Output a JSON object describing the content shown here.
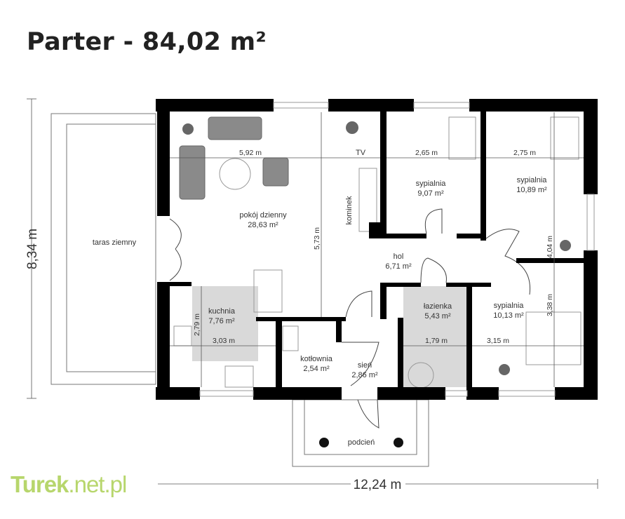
{
  "title": "Parter - 84,02 m²",
  "rooms": [
    {
      "name": "taras ziemny",
      "area": ""
    },
    {
      "name": "pokój dzienny",
      "area": "28,63 m²"
    },
    {
      "name": "sypialnia",
      "area": "9,07 m²"
    },
    {
      "name": "sypialnia",
      "area": "10,89 m²"
    },
    {
      "name": "hol",
      "area": "6,71 m²"
    },
    {
      "name": "łazienka",
      "area": "5,43 m²"
    },
    {
      "name": "sypialnia",
      "area": "10,13 m²"
    },
    {
      "name": "kuchnia",
      "area": "7,76 m²"
    },
    {
      "name": "kotłownia",
      "area": "2,54 m²"
    },
    {
      "name": "sień",
      "area": "2,86 m²"
    },
    {
      "name": "podcień",
      "area": ""
    }
  ],
  "labels": {
    "tv": "TV",
    "fireplace": "kominek"
  },
  "dimensions": {
    "total_height": "8,34 m",
    "total_width": "12,24 m",
    "living_width": "5,92 m",
    "living_height": "5,73 m",
    "bed1_width": "2,65 m",
    "bed2_width": "2,75 m",
    "bed2_height": "4,04 m",
    "bed3_height": "3,38 m",
    "bed3_width": "3,15 m",
    "kitchen_width": "3,03 m",
    "kitchen_height": "2,79 m",
    "bath_width": "1,79 m"
  },
  "logo": {
    "brand": "Turek",
    "suffix": ".net.pl"
  },
  "colors": {
    "wall": "#000000",
    "floor_gray": "#d9d9d9",
    "furniture": "#8a8a8a",
    "logo": "#b7d66c"
  }
}
